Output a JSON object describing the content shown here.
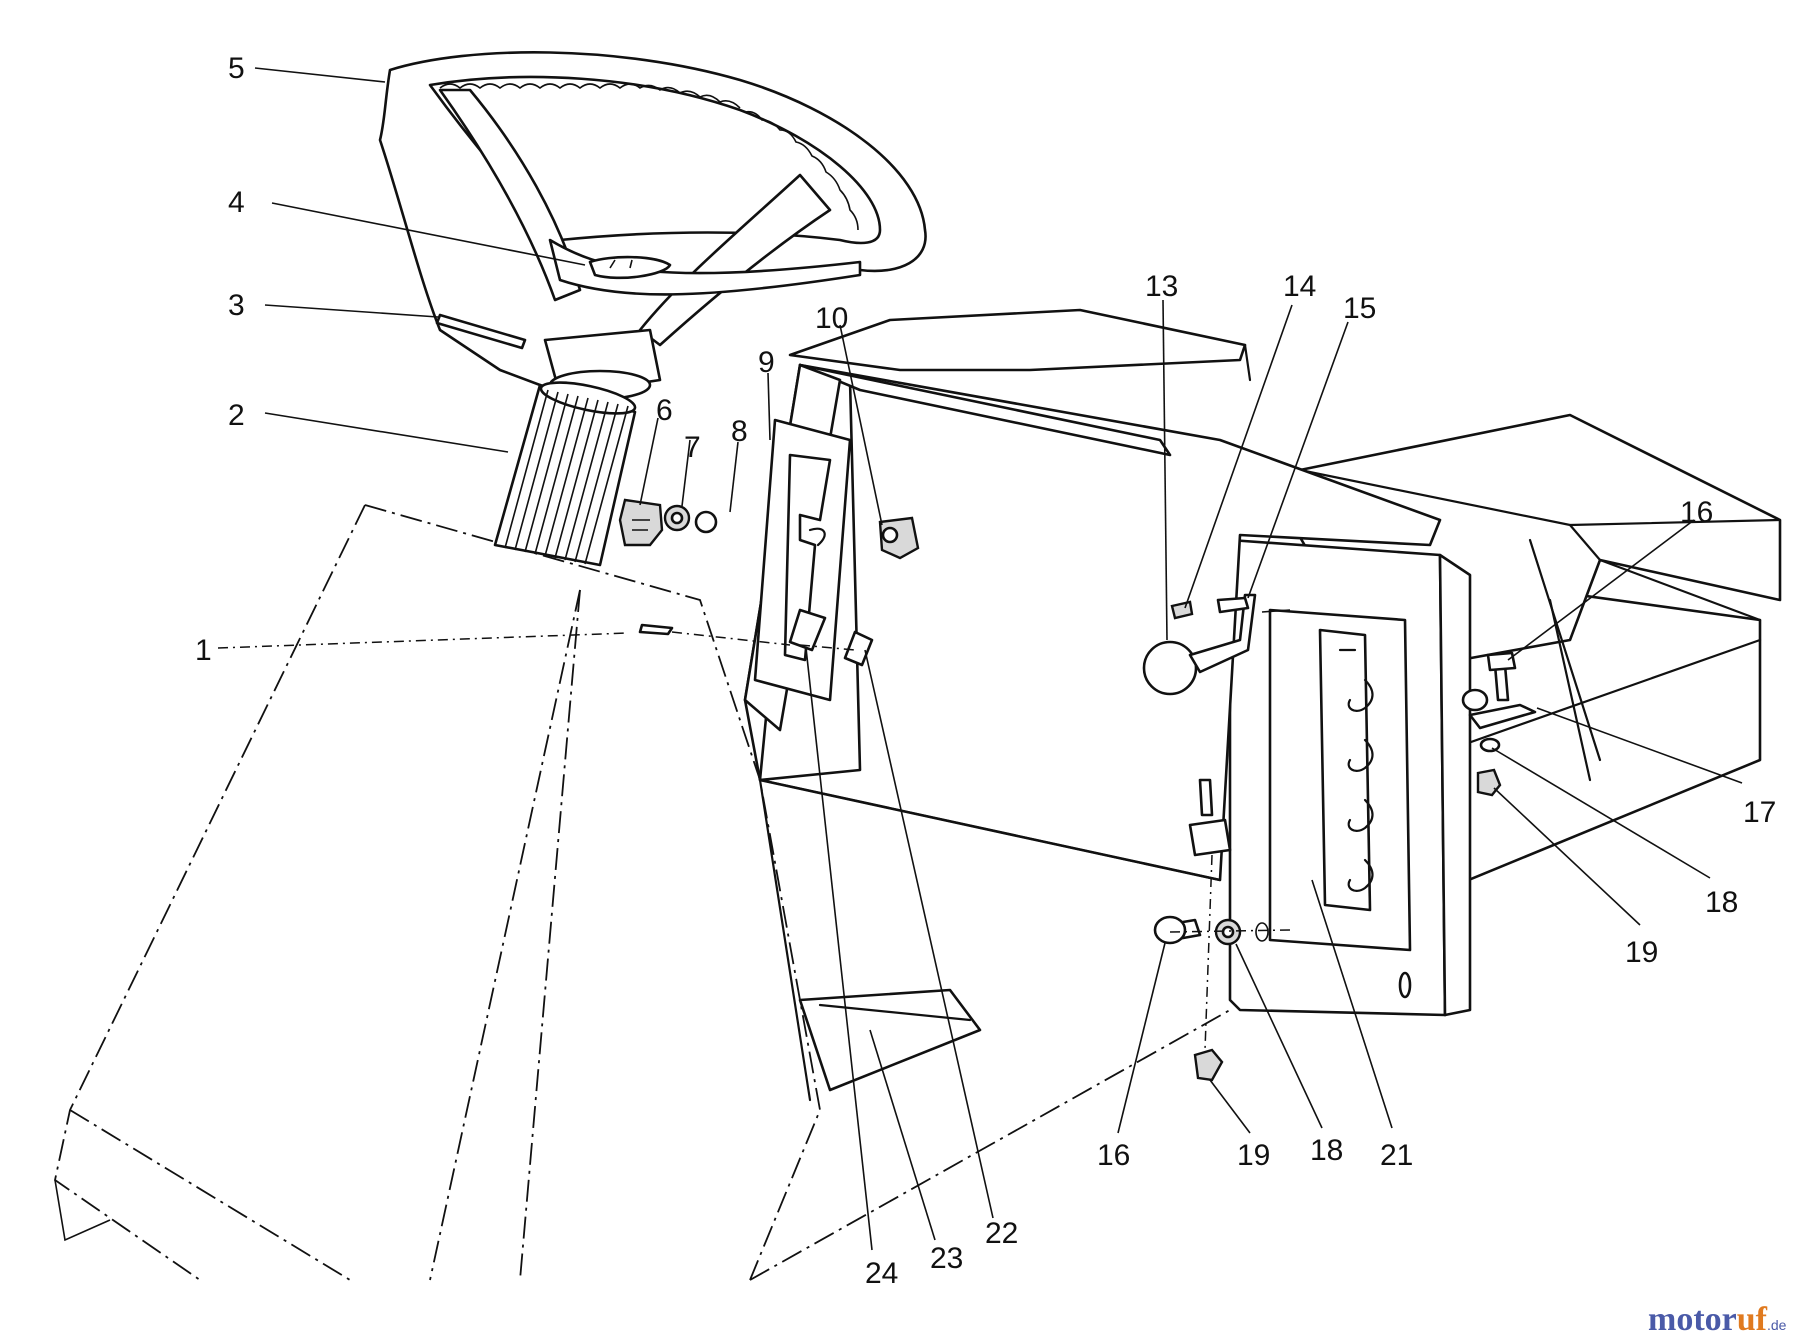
{
  "watermark": {
    "brand_part1": "motor",
    "brand_part2": "uf",
    "suffix": ".de",
    "color_part1": "#4a5aa8",
    "color_part2": "#e07a1f"
  },
  "callouts": [
    {
      "id": "1",
      "text": "1"
    },
    {
      "id": "2",
      "text": "2"
    },
    {
      "id": "3",
      "text": "3"
    },
    {
      "id": "4",
      "text": "4"
    },
    {
      "id": "5",
      "text": "5"
    },
    {
      "id": "6",
      "text": "6"
    },
    {
      "id": "7",
      "text": "7"
    },
    {
      "id": "8",
      "text": "8"
    },
    {
      "id": "9",
      "text": "9"
    },
    {
      "id": "10",
      "text": "10"
    },
    {
      "id": "13",
      "text": "13"
    },
    {
      "id": "14",
      "text": "14"
    },
    {
      "id": "15",
      "text": "15"
    },
    {
      "id": "16a",
      "text": "16"
    },
    {
      "id": "17",
      "text": "17"
    },
    {
      "id": "18a",
      "text": "18"
    },
    {
      "id": "19a",
      "text": "19"
    },
    {
      "id": "16b",
      "text": "16"
    },
    {
      "id": "19b",
      "text": "19"
    },
    {
      "id": "18b",
      "text": "18"
    },
    {
      "id": "21",
      "text": "21"
    },
    {
      "id": "22",
      "text": "22"
    },
    {
      "id": "23",
      "text": "23"
    },
    {
      "id": "24",
      "text": "24"
    }
  ]
}
